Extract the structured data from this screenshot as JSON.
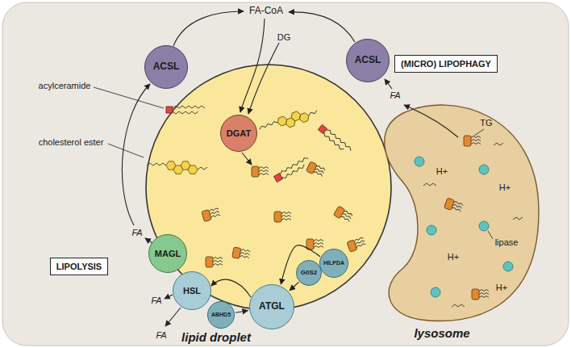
{
  "diagram": {
    "nodes": [
      {
        "text": [
          "ACSL"
        ]
      },
      {
        "text": [
          "ACSL"
        ]
      },
      {
        "text": [
          "(MICRO) LIPOPHAGY"
        ]
      },
      {
        "text": [
          "DGAT"
        ]
      },
      {
        "text": [
          "LIPOLYSIS"
        ]
      },
      {
        "text": [
          "MAGL"
        ]
      },
      {
        "text": [
          "HSL"
        ]
      },
      {
        "text": [
          "ABHD5"
        ]
      },
      {
        "text": [
          "ATGL"
        ]
      },
      {
        "text": [
          "G0S2"
        ]
      },
      {
        "text": [
          "HILPDA"
        ]
      }
    ],
    "edges": [
      {
        "from": 7,
        "to": 8,
        "arrow": "to"
      },
      {
        "from": 9,
        "to": 8,
        "arrow": "to"
      },
      {
        "from": 10,
        "to": 8,
        "arrow": "to"
      }
    ],
    "labels": [
      "FA-CoA",
      "DG",
      "FA",
      "TG",
      "acylceramide",
      "cholesterol ester",
      "H+",
      "H+",
      "H+",
      "H+",
      "lipase",
      "FA",
      "FA",
      "FA",
      "lipid droplet",
      "lysosome"
    ]
  }
}
